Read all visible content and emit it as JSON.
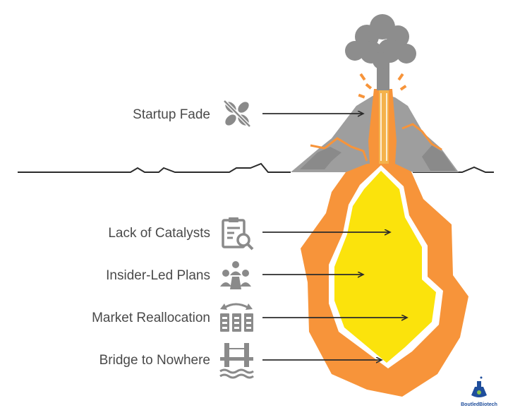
{
  "items": [
    {
      "label": "Startup Fade",
      "icon": "slashed-fan-icon"
    },
    {
      "label": "Lack of Catalysts",
      "icon": "clipboard-search-icon"
    },
    {
      "label": "Insider-Led Plans",
      "icon": "people-group-icon"
    },
    {
      "label": "Market Reallocation",
      "icon": "reallocate-columns-icon"
    },
    {
      "label": "Bridge to Nowhere",
      "icon": "bridge-water-icon"
    }
  ],
  "logo": {
    "text": "BoutledBiotech",
    "icon": "flask-logo-icon"
  },
  "colors": {
    "magma_outer": "#F7943A",
    "magma_inner": "#FBE30C",
    "mountain": "#9E9E9E",
    "smoke": "#8D8D8D",
    "lava_core": "#F4B24B",
    "icon": "#8A8A8A",
    "line": "#2B2B2B"
  }
}
